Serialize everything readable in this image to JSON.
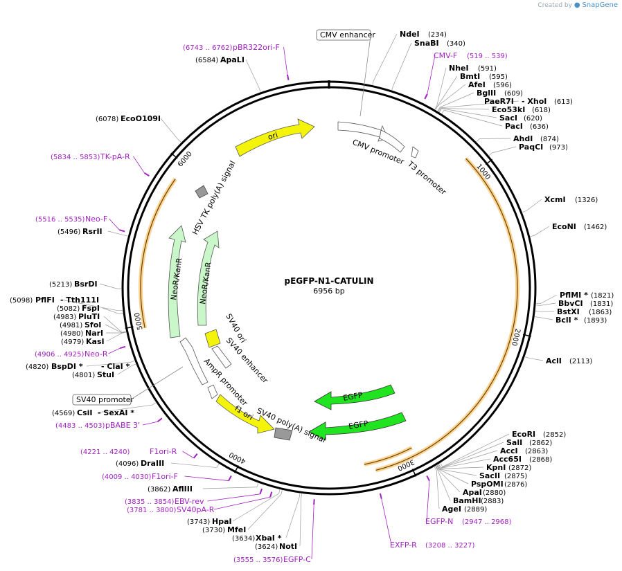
{
  "branding": {
    "created_by": "Created by",
    "product": "SnapGene"
  },
  "plasmid": {
    "name": "pEGFP-N1-CATULIN",
    "size_label": "6956 bp",
    "length": 6956
  },
  "ticks": [
    "1000",
    "2000",
    "3000",
    "4000",
    "5000",
    "6000"
  ],
  "sites": [
    {
      "name": "NdeI",
      "pos": "(234)"
    },
    {
      "name": "SnaBI",
      "pos": "(340)"
    },
    {
      "name": "NheI",
      "pos": "(591)"
    },
    {
      "name": "BmtI",
      "pos": "(595)"
    },
    {
      "name": "AfeI",
      "pos": "(596)"
    },
    {
      "name": "BglII",
      "pos": "(609)"
    },
    {
      "name": "PaeR7I",
      "pos": ""
    },
    {
      "name": "- XhoI",
      "pos": "(613)"
    },
    {
      "name": "Eco53kI",
      "pos": "(618)"
    },
    {
      "name": "SacI",
      "pos": "(620)"
    },
    {
      "name": "PacI",
      "pos": "(636)"
    },
    {
      "name": "AhdI",
      "pos": "(874)"
    },
    {
      "name": "PaqCI",
      "pos": "(973)"
    },
    {
      "name": "XcmI",
      "pos": "(1326)"
    },
    {
      "name": "EcoNI",
      "pos": "(1462)"
    },
    {
      "name": "PflMI *",
      "pos": "(1821)"
    },
    {
      "name": "BbvCI",
      "pos": "(1831)"
    },
    {
      "name": "BstXI",
      "pos": "(1863)"
    },
    {
      "name": "BclI *",
      "pos": "(1893)"
    },
    {
      "name": "AclI",
      "pos": "(2113)"
    },
    {
      "name": "EcoRI",
      "pos": "(2852)"
    },
    {
      "name": "SalI",
      "pos": "(2862)"
    },
    {
      "name": "AccI",
      "pos": "(2863)"
    },
    {
      "name": "Acc65I",
      "pos": "(2868)"
    },
    {
      "name": "KpnI",
      "pos": "(2872)"
    },
    {
      "name": "SacII",
      "pos": "(2875)"
    },
    {
      "name": "PspOMI",
      "pos": "(2876)"
    },
    {
      "name": "ApaI",
      "pos": "(2880)"
    },
    {
      "name": "BamHI",
      "pos": "(2883)"
    },
    {
      "name": "AgeI",
      "pos": "(2889)"
    },
    {
      "name": "NotI",
      "pos": "(3624)"
    },
    {
      "name": "XbaI *",
      "pos": "(3634)"
    },
    {
      "name": "MfeI",
      "pos": "(3730)"
    },
    {
      "name": "HpaI",
      "pos": "(3743)"
    },
    {
      "name": "AflIII",
      "pos": "(3862)"
    },
    {
      "name": "DraIII",
      "pos": "(4096)"
    },
    {
      "name": "CsiI",
      "pos": "(4569)"
    },
    {
      "name": "- SexAI *",
      "pos": ""
    },
    {
      "name": "StuI",
      "pos": "(4801)"
    },
    {
      "name": "BspDI *",
      "pos": "(4820)"
    },
    {
      "name": "- ClaI *",
      "pos": ""
    },
    {
      "name": "KasI",
      "pos": "(4979)"
    },
    {
      "name": "NarI",
      "pos": "(4980)"
    },
    {
      "name": "SfoI",
      "pos": "(4981)"
    },
    {
      "name": "PluTI",
      "pos": "(4983)"
    },
    {
      "name": "FspI",
      "pos": "(5082)"
    },
    {
      "name": "PflFI",
      "pos": "(5098)"
    },
    {
      "name": "- Tth111I",
      "pos": ""
    },
    {
      "name": "BsrDI",
      "pos": "(5213)"
    },
    {
      "name": "RsrII",
      "pos": "(5496)"
    },
    {
      "name": "EcoO109I",
      "pos": "(6078)"
    },
    {
      "name": "ApaLI",
      "pos": "(6584)"
    }
  ],
  "primers": [
    {
      "name": "CMV-F",
      "range": "(519 .. 539)"
    },
    {
      "name": "EGFP-N",
      "range": "(2947 .. 2968)"
    },
    {
      "name": "EXFP-R",
      "range": "(3208 .. 3227)"
    },
    {
      "name": "EGFP-C",
      "range": "(3555 .. 3576)"
    },
    {
      "name": "SV40pA-R",
      "range": "(3781 .. 3800)"
    },
    {
      "name": "EBV-rev",
      "range": "(3835 .. 3854)"
    },
    {
      "name": "F1ori-F",
      "range": "(4009 .. 4030)"
    },
    {
      "name": "F1ori-R",
      "range": "(4221 .. 4240)"
    },
    {
      "name": "pBABE 3'",
      "range": "(4483 .. 4503)"
    },
    {
      "name": "Neo-R",
      "range": "(4906 .. 4925)"
    },
    {
      "name": "Neo-F",
      "range": "(5516 .. 5535)"
    },
    {
      "name": "TK-pA-R",
      "range": "(5834 .. 5853)"
    },
    {
      "name": "pBR322ori-F",
      "range": "(6743 .. 6762)"
    }
  ],
  "features": [
    {
      "name": "CMV enhancer",
      "color": "#ffffff"
    },
    {
      "name": "CMV promoter",
      "color": "#ffffff"
    },
    {
      "name": "T3 promoter",
      "color": "#ffffff"
    },
    {
      "name": "EGFP",
      "color": "#1fe41f"
    },
    {
      "name": "EGFP",
      "color": "#1fe41f"
    },
    {
      "name": "SV40 poly(A) signal",
      "color": "#999999"
    },
    {
      "name": "f1 ori",
      "color": "#f4f40a"
    },
    {
      "name": "AmpR promoter",
      "color": "#ffffff"
    },
    {
      "name": "SV40 promoter",
      "color": "#ffffff"
    },
    {
      "name": "SV40 enhancer",
      "color": "#ffffff"
    },
    {
      "name": "SV40 ori",
      "color": "#f4f40a"
    },
    {
      "name": "NeoR/KanR",
      "color": "#c9f7c9"
    },
    {
      "name": "NeoR/KanR",
      "color": "#c9f7c9"
    },
    {
      "name": "HSV TK poly(A) signal",
      "color": "#999999"
    },
    {
      "name": "ori",
      "color": "#f4f40a"
    }
  ],
  "colors": {
    "backbone": "#000000",
    "primer": "#a020c0",
    "orf": "#f5b545",
    "orf_stroke": "#6b3d00"
  }
}
